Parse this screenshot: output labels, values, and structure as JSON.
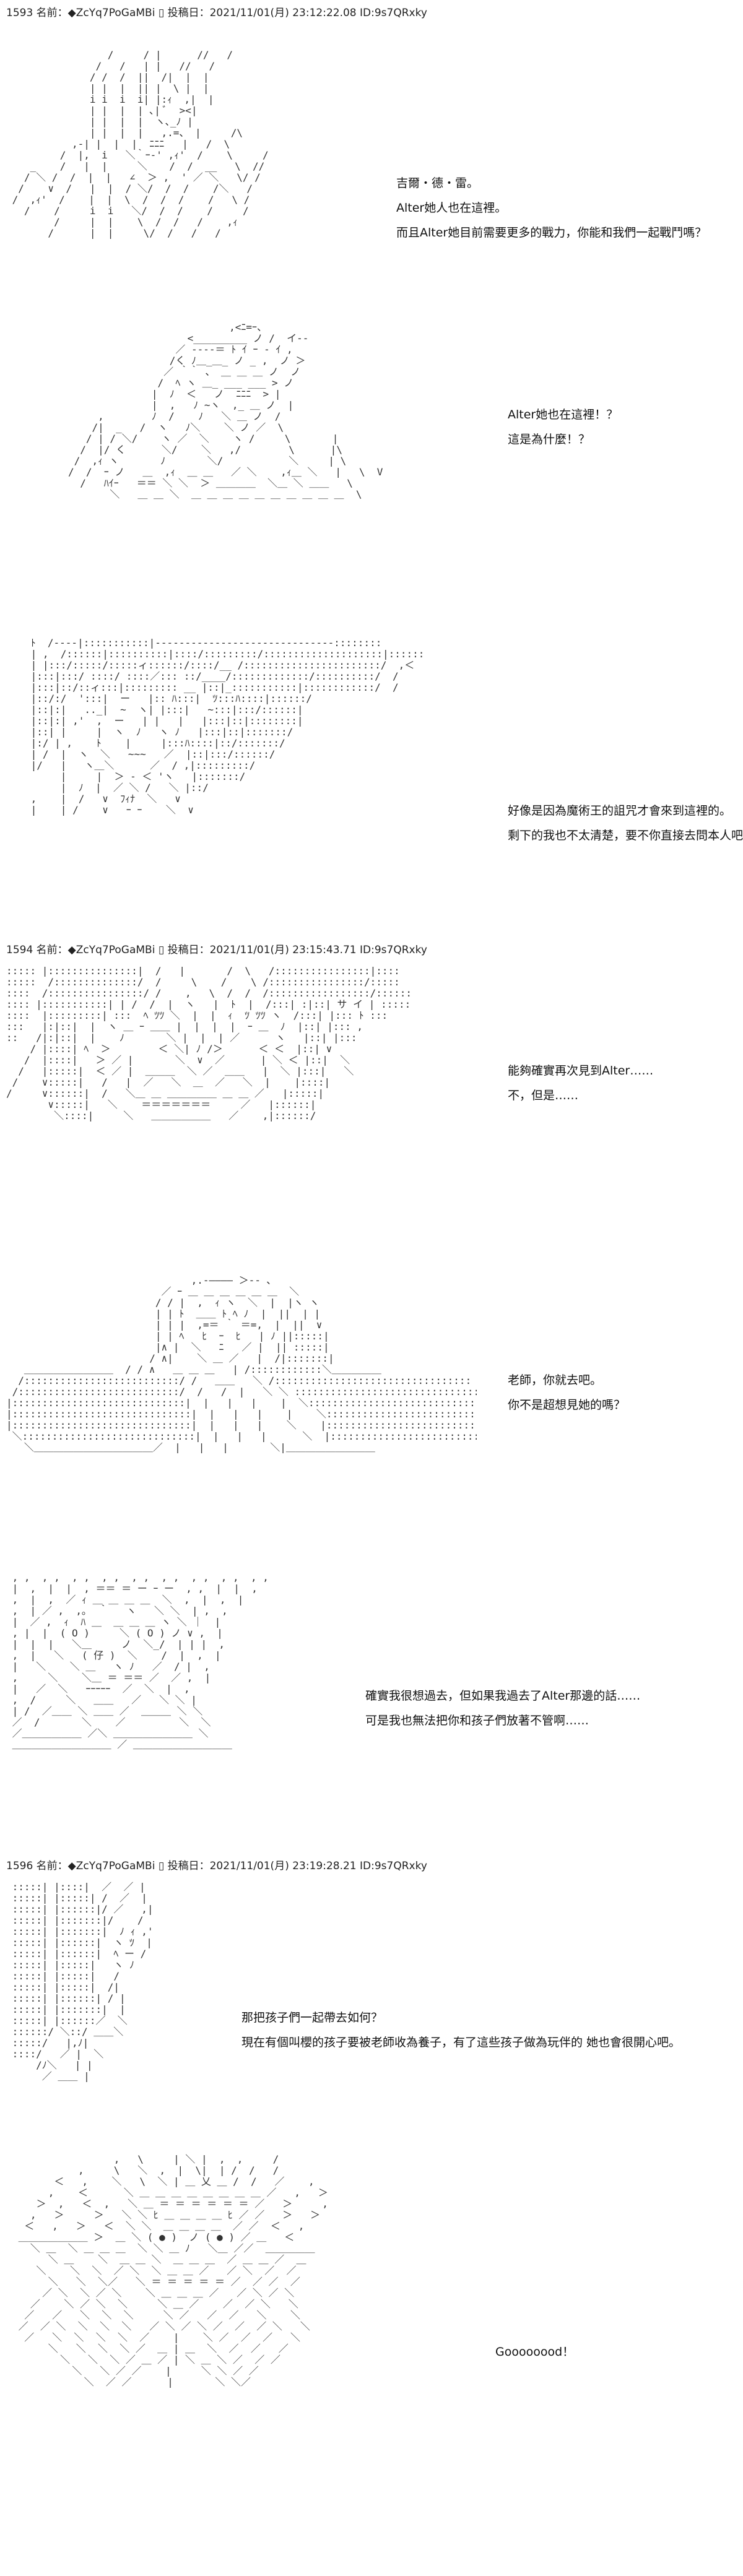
{
  "posts": [
    {
      "header": "1593 名前：◆ZcYq7PoGaMBi ▯ 投稿日：2021/11/01(月) 23:12:22.08 ID:9s7QRxky",
      "panels": [
        {
          "lines": [
            "吉爾・德・雷。",
            "Alter她人也在這裡。",
            "而且Alter她目前需要更多的戰力，你能和我們一起戰鬥嗎？"
          ]
        },
        {
          "lines": [
            "Alter她也在這裡！？",
            "這是為什麼！？"
          ]
        },
        {
          "lines": [
            "好像是因為魔術王的詛咒才會來到這裡的。",
            "剩下的我也不太清楚，要不你直接去問本人吧？"
          ]
        }
      ]
    },
    {
      "header": "1594 名前：◆ZcYq7PoGaMBi ▯ 投稿日：2021/11/01(月) 23:15:43.71 ID:9s7QRxky",
      "panels": [
        {
          "lines": [
            "能夠確實再次見到Alter……",
            "不，但是……"
          ]
        },
        {
          "lines": [
            "老師，你就去吧。",
            "你不是超想見她的嗎？"
          ]
        },
        {
          "lines": [
            "確實我很想過去，但如果我過去了Alter那邊的話……",
            "可是我也無法把你和孩子們放著不管啊……"
          ]
        }
      ]
    },
    {
      "header": "1596 名前：◆ZcYq7PoGaMBi ▯ 投稿日：2021/11/01(月) 23:19:28.21 ID:9s7QRxky",
      "panels": [
        {
          "lines": [
            "那把孩子們一起帶去如何？",
            "現在有個叫櫻的孩子要被老師收為養子，有了這些孩子做為玩伴的 她也會很開心吧。"
          ]
        },
        {
          "lines": [
            "Goooooood！"
          ]
        }
      ]
    }
  ]
}
